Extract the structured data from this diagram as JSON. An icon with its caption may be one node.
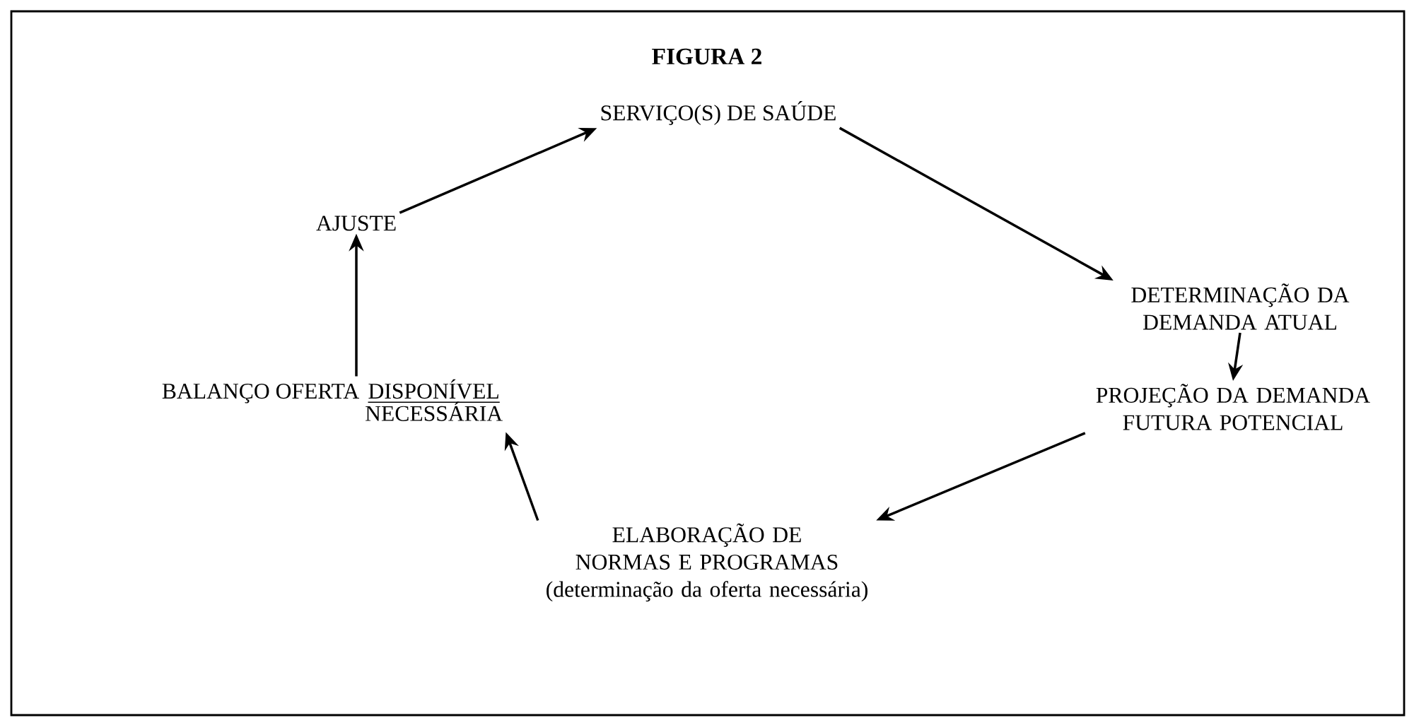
{
  "diagram": {
    "title": "FIGURA 2",
    "nodes": [
      {
        "text": [
          "SERVIÇO(S) DE SAÚDE"
        ]
      },
      {
        "text": [
          "DETERMINAÇÃO DA DEMANDA ATUAL"
        ]
      },
      {
        "text": [
          "PROJEÇÃO DA DEMANDA FUTURA POTENCIAL"
        ]
      },
      {
        "text": [
          "ELABORAÇÃO DE NORMAS E PROGRAMAS (determinação da oferta necessária)"
        ]
      },
      {
        "text": [
          "BALANÇO OFERTA",
          "DISPONÍVEL",
          "NECESSÁRIA"
        ]
      },
      {
        "text": [
          "AJUSTE"
        ]
      }
    ],
    "edges": [
      {
        "from": 0,
        "to": 1,
        "arrow": "to"
      },
      {
        "from": 1,
        "to": 2,
        "arrow": "to"
      },
      {
        "from": 2,
        "to": 3,
        "arrow": "to"
      },
      {
        "from": 3,
        "to": 4,
        "arrow": "to"
      },
      {
        "from": 4,
        "to": 5,
        "arrow": "to"
      },
      {
        "from": 5,
        "to": 0,
        "arrow": "to"
      }
    ]
  }
}
